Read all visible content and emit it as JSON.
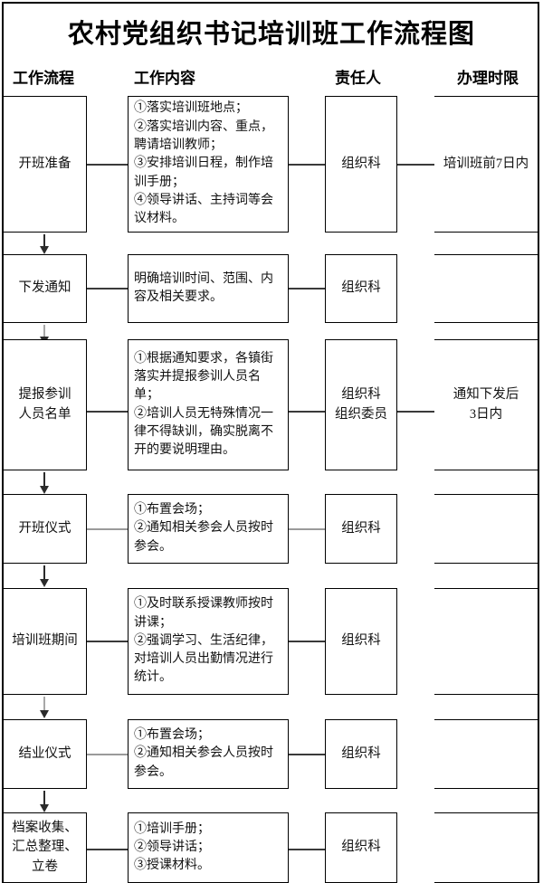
{
  "title": "农村党组织书记培训班工作流程图",
  "headers": {
    "flow": "工作流程",
    "content": "工作内容",
    "owner": "责任人",
    "deadline": "办理时限"
  },
  "rows": [
    {
      "stage": "开班准备",
      "content": "①落实培训班地点；\n②落实培训内容、重点，聘请培训教师；\n③安排培训日程，制作培训手册；\n④领导讲话、主持词等会议材料。",
      "owner": "组织科",
      "deadline": "培训班前7日内"
    },
    {
      "stage": "下发通知",
      "content": "明确培训时间、范围、内容及相关要求。",
      "owner": "组织科",
      "deadline": ""
    },
    {
      "stage": "提报参训\n人员名单",
      "content": "①根据通知要求，各镇街落实并提报参训人员名单；\n②培训人员无特殊情况一律不得缺训，确实脱离不开的要说明理由。",
      "owner": "组织科\n组织委员",
      "deadline": "通知下发后\n3日内"
    },
    {
      "stage": "开班仪式",
      "content": "①布置会场；\n②通知相关参会人员按时参会。",
      "owner": "组织科",
      "deadline": ""
    },
    {
      "stage": "培训班期间",
      "content": "①及时联系授课教师按时讲课；\n②强调学习、生活纪律，对培训人员出勤情况进行统计。",
      "owner": "组织科",
      "deadline": ""
    },
    {
      "stage": "结业仪式",
      "content": "①布置会场；\n②通知相关参会人员按时参会。",
      "owner": "组织科",
      "deadline": ""
    },
    {
      "stage": "档案收集、\n汇总整理、\n立卷",
      "content": "①培训手册；\n②领导讲话；\n③授课材料。",
      "owner": "组织科",
      "deadline": ""
    }
  ],
  "colors": {
    "line": "#000000",
    "connector": "#3a3a3a",
    "background": "#ffffff"
  }
}
